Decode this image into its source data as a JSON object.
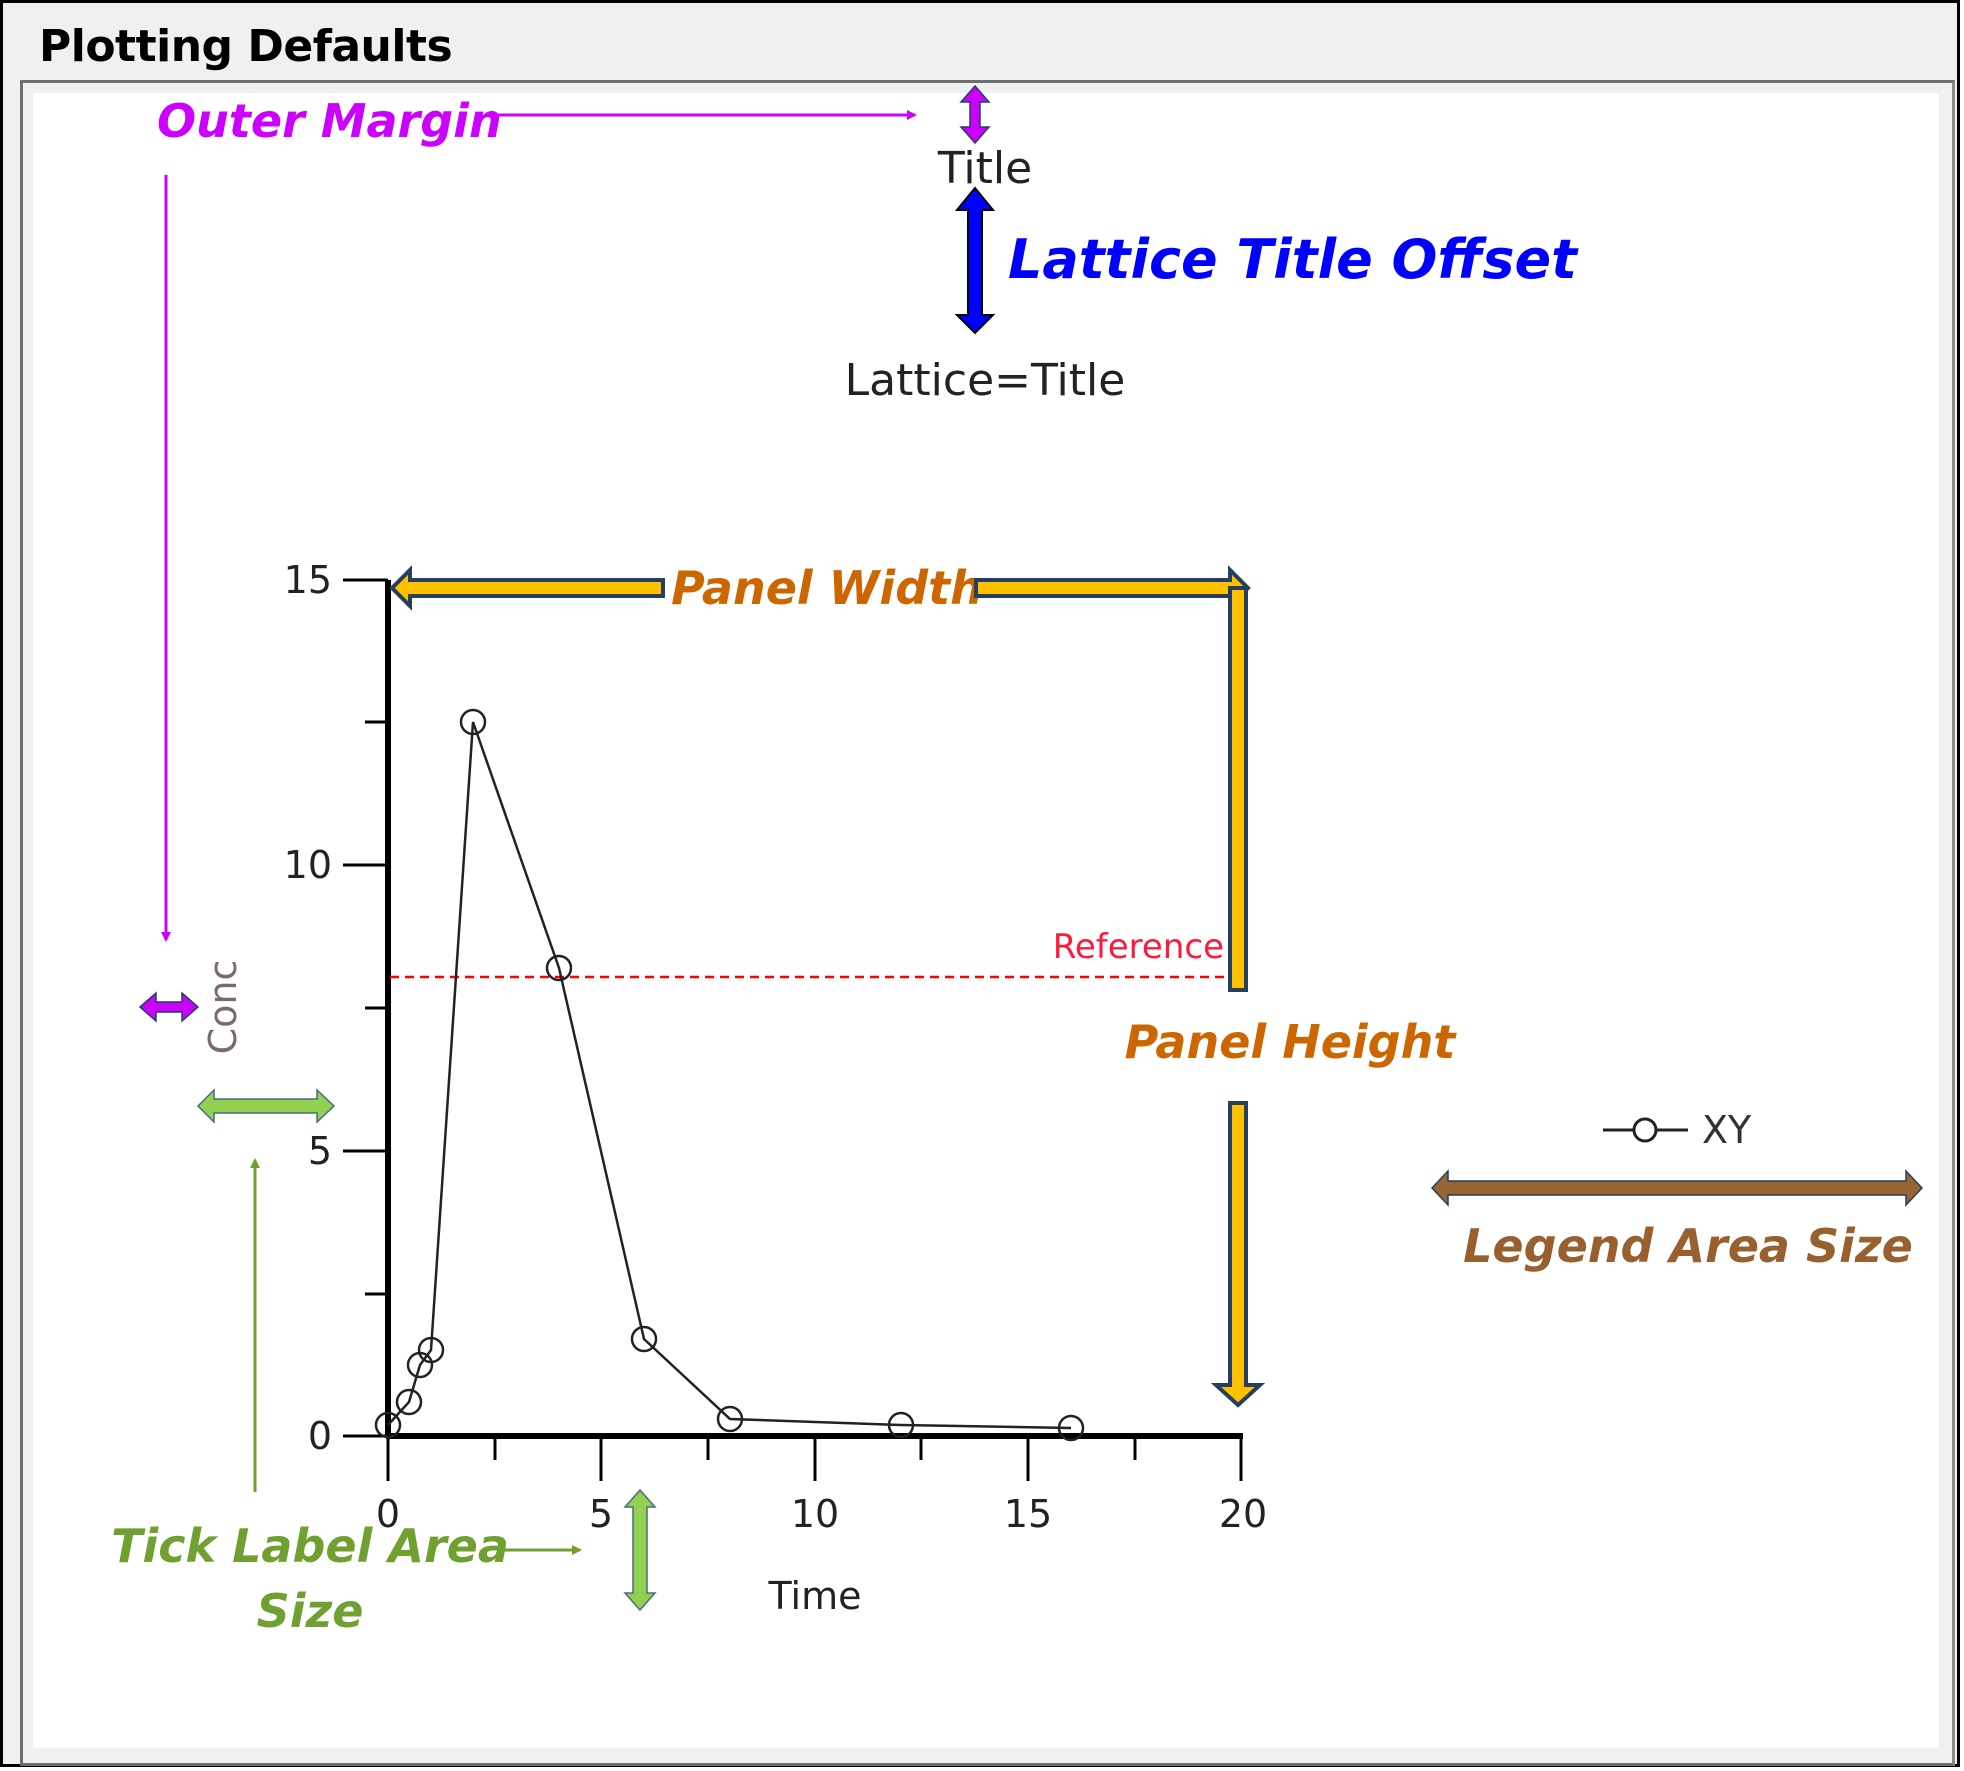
{
  "window": {
    "title": "Plotting Defaults"
  },
  "plot": {
    "title": "Title",
    "lattice_title": "Lattice=Title",
    "x_axis_label": "Time",
    "y_axis_label": "Conc",
    "reference_label": "Reference",
    "legend_label": "XY",
    "x_ticks": [
      "0",
      "5",
      "10",
      "15",
      "20"
    ],
    "y_ticks": [
      "0",
      "5",
      "10",
      "15"
    ]
  },
  "annotations": {
    "outer_margin": {
      "label": "Outer Margin",
      "color": "#cc00ff"
    },
    "lattice_title_offset": {
      "label": "Lattice Title Offset",
      "color": "#0000ff"
    },
    "panel_width": {
      "label": "Panel Width",
      "color": "#cc6600"
    },
    "panel_height": {
      "label": "Panel Height",
      "color": "#cc6600"
    },
    "tick_label_area_size": {
      "label_line1": "Tick Label Area",
      "label_line2": "Size",
      "color": "#70a030"
    },
    "legend_area_size": {
      "label": "Legend Area Size",
      "color": "#99602f"
    }
  },
  "colors": {
    "arrow_fill_yellow": "#ffc000",
    "arrow_outline": "#243f60",
    "reference_line": "#ff0000",
    "green_arrow_fill": "#92d050",
    "brown_arrow_fill": "#996633"
  },
  "chart_data": {
    "type": "line",
    "title": "Title",
    "subtitle": "Lattice=Title",
    "xlabel": "Time",
    "ylabel": "Conc",
    "xlim": [
      0,
      20
    ],
    "ylim": [
      0,
      15
    ],
    "x_ticks": [
      0,
      5,
      10,
      15,
      20
    ],
    "y_ticks": [
      0,
      5,
      10,
      15
    ],
    "grid": false,
    "legend_position": "right",
    "series": [
      {
        "name": "XY",
        "marker": "open-circle",
        "x": [
          0,
          0.5,
          0.75,
          1,
          2,
          4,
          6,
          8,
          12,
          16
        ],
        "y": [
          0.2,
          0.6,
          1.25,
          1.5,
          12.5,
          8.2,
          1.7,
          0.3,
          0.2,
          0.15
        ]
      }
    ],
    "reference_lines": [
      {
        "axis": "y",
        "value": 8,
        "label": "Reference",
        "style": "dashed",
        "color": "#ff0000"
      }
    ]
  }
}
